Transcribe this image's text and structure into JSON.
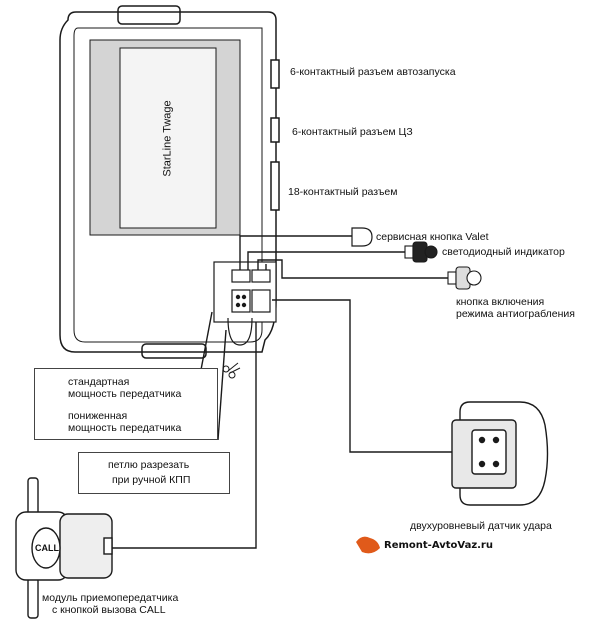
{
  "unit": {
    "brand_label": "StarLine Twage"
  },
  "connectors": [
    {
      "label": "6-контактный разъем автозапуска"
    },
    {
      "label": "6-контактный разъем ЦЗ"
    },
    {
      "label": "18-контактный разъем"
    }
  ],
  "peripherals": {
    "valet": "сервисная кнопка Valet",
    "led": "светодиодный индикатор",
    "antiroberry_line1": "кнопка включения",
    "antiroberry_line2": "режима антиограбления"
  },
  "legend": {
    "standard_line1": "стандартная",
    "standard_line2": "мощность передатчика",
    "reduced_line1": "пониженная",
    "reduced_line2": "мощность передатчика"
  },
  "loop_note": {
    "line1": "петлю разрезать",
    "line2": "при ручной КПП"
  },
  "shock_sensor": {
    "label": "двухуровневый датчик удара"
  },
  "transceiver": {
    "button": "CALL",
    "line1": "модуль приемопередатчика",
    "line2": "с кнопкой вызова CALL"
  },
  "watermark": "Remont-AvtoVaz.ru",
  "colors": {
    "line": "#1a1a1a",
    "logo_accent": "#e05a1a"
  }
}
